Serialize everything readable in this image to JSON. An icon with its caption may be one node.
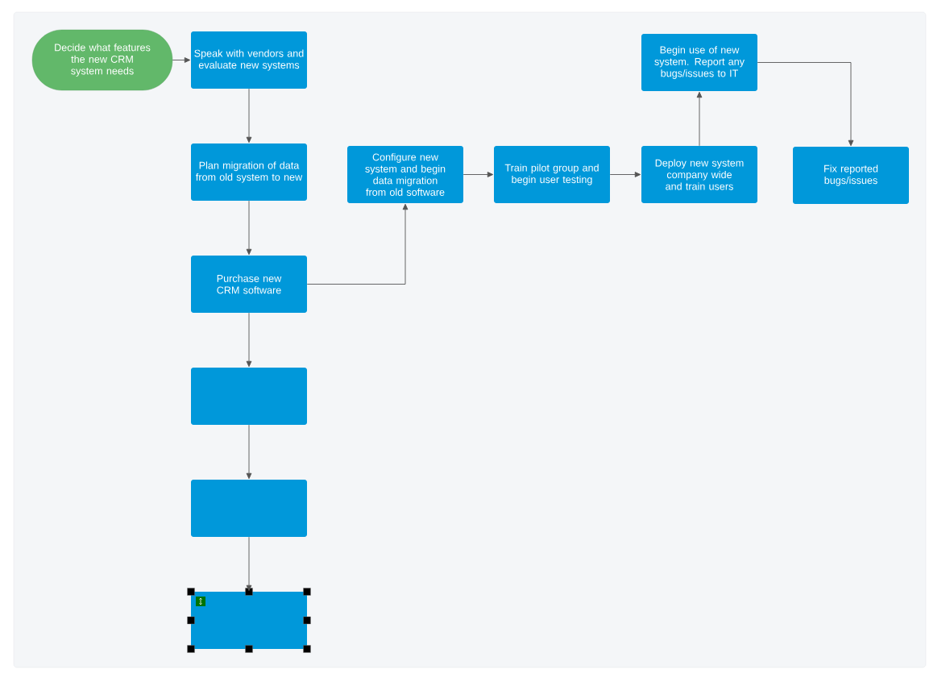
{
  "diagram": {
    "nodes": [
      {
        "text": [
          "Decide what features the new CRM system needs"
        ]
      },
      {
        "text": [
          "Speak with vendors and evaluate new systems"
        ]
      },
      {
        "text": [
          "Plan migration of data from old system to new"
        ]
      },
      {
        "text": [
          "Purchase new CRM software"
        ]
      },
      {
        "text": [
          "Configure new system and begin data migration from old software"
        ]
      },
      {
        "text": [
          "Train pilot group and begin user testing"
        ]
      },
      {
        "text": [
          "Deploy new system company wide and train users"
        ]
      },
      {
        "text": [
          "Begin use of new system. Report any bugs/issues to IT"
        ]
      },
      {
        "text": [
          "Fix reported bugs/issues"
        ]
      },
      {
        "text": [],
        "shape": "box"
      },
      {
        "text": [],
        "shape": "box"
      },
      {
        "text": [],
        "shape": "box"
      }
    ],
    "edges": [
      {
        "from": 0,
        "to": 1,
        "arrow": "to"
      },
      {
        "from": 1,
        "to": 2,
        "arrow": "to"
      },
      {
        "from": 2,
        "to": 3,
        "arrow": "to"
      },
      {
        "from": 3,
        "to": 4,
        "arrow": "to"
      },
      {
        "from": 4,
        "to": 5,
        "arrow": "to"
      },
      {
        "from": 5,
        "to": 6,
        "arrow": "to"
      },
      {
        "from": 6,
        "to": 7,
        "arrow": "to"
      },
      {
        "from": 7,
        "to": 8,
        "arrow": "to"
      },
      {
        "from": 3,
        "to": 9,
        "arrow": "to"
      },
      {
        "from": 9,
        "to": 10,
        "arrow": "to"
      },
      {
        "from": 10,
        "to": 11,
        "arrow": "to"
      }
    ]
  }
}
